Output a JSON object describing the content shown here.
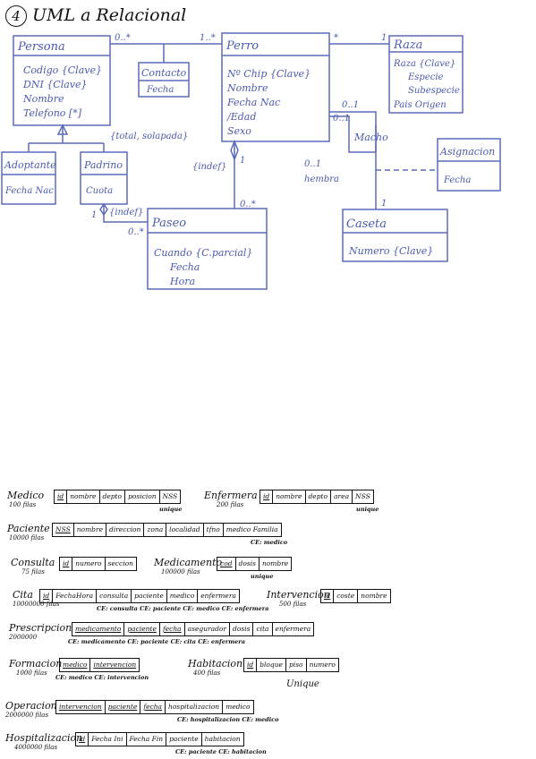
{
  "title": {
    "number": "4",
    "text": "UML a Relacional"
  },
  "uml": {
    "persona": {
      "name": "Persona",
      "attrs": [
        "Codigo {Clave}",
        "DNI {Clave}",
        "Nombre",
        "Telefono [*]"
      ]
    },
    "contacto": {
      "name": "Contacto",
      "attrs": [
        "Fecha"
      ]
    },
    "perro": {
      "name": "Perro",
      "attrs": [
        "Nº Chip {Clave}",
        "Nombre",
        "Fecha Nac",
        "/Edad",
        "Sexo"
      ]
    },
    "raza": {
      "name": "Raza",
      "attrs": [
        "Raza {Clave}",
        "Especie",
        "Subespecie",
        "Pais Origen"
      ]
    },
    "adoptante": {
      "name": "Adoptante",
      "attrs": [
        "Fecha Nac"
      ]
    },
    "padrino": {
      "name": "Padrino",
      "attrs": [
        "Cuota"
      ]
    },
    "asignacion": {
      "name": "Asignacion",
      "attrs": [
        "Fecha"
      ]
    },
    "paseo": {
      "name": "Paseo",
      "attrs": [
        "Cuando {C.parcial}",
        "Fecha",
        "Hora"
      ]
    },
    "caseta": {
      "name": "Caseta",
      "attrs": [
        "Numero {Clave}"
      ]
    },
    "labels": {
      "m_persona_contacto": "0..*",
      "m_contacto_perro": "1..*",
      "m_perro_raza_left": "*",
      "m_perro_raza_right": "1",
      "m_macho": "0..1",
      "m_macho2": "0..1",
      "macho": "Macho",
      "m_hembra": "0..1",
      "hembra": "hembra",
      "total_solapada": "{total, solapada}",
      "indef1": "{indef}",
      "indef2": "{indef}",
      "m_perro_paseo_top": "1",
      "m_perro_paseo_bottom": "0..*",
      "m_padrino_paseo": "1",
      "m_paseo_left": "0..*",
      "m_caseta": "1"
    }
  },
  "tables": [
    {
      "name": "Medico",
      "rows": "100 filas",
      "cols": [
        "id",
        "nombre",
        "depto",
        "posicion",
        "NSS"
      ],
      "pk": [
        0
      ],
      "note": "unique"
    },
    {
      "name": "Enfermera",
      "rows": "200 filas",
      "cols": [
        "id",
        "nombre",
        "depto",
        "area",
        "NSS"
      ],
      "pk": [
        0
      ],
      "note": "unique"
    },
    {
      "name": "Paciente",
      "rows": "10000 filas",
      "cols": [
        "NSS",
        "nombre",
        "direccion",
        "zona",
        "localidad",
        "tfno",
        "medico Familia"
      ],
      "pk": [
        0
      ],
      "note": "CE: medico"
    },
    {
      "name": "Consulta",
      "rows": "75 filas",
      "cols": [
        "id",
        "numero",
        "seccion"
      ],
      "pk": [
        0
      ],
      "note": ""
    },
    {
      "name": "Medicamento",
      "rows": "100000 filas",
      "cols": [
        "cod",
        "dosis",
        "nombre"
      ],
      "pk": [
        0
      ],
      "note": "unique"
    },
    {
      "name": "Cita",
      "rows": "10000000 filas",
      "cols": [
        "id",
        "FechaHora",
        "consulta",
        "paciente",
        "medico",
        "enfermera"
      ],
      "pk": [
        0
      ],
      "note": "CE: consulta  CE: paciente  CE: medico  CE: enfermera"
    },
    {
      "name": "Intervencion",
      "rows": "500 filas",
      "cols": [
        "id",
        "coste",
        "nombre"
      ],
      "pk": [
        0
      ],
      "note": ""
    },
    {
      "name": "Prescripcion",
      "rows": "2000000",
      "cols": [
        "medicamento",
        "paciente",
        "fecha",
        "asegurador",
        "dosis",
        "cita",
        "enfermera"
      ],
      "pk": [
        0,
        1,
        2
      ],
      "note": "CE: medicamento  CE: paciente        CE: cita  CE: enfermera"
    },
    {
      "name": "Formacion",
      "rows": "1000 filas",
      "cols": [
        "medico",
        "intervencion"
      ],
      "pk": [
        0,
        1
      ],
      "note": "CE: medico  CE: intervencion"
    },
    {
      "name": "Habitacion",
      "rows": "400 filas",
      "cols": [
        "id",
        "bloque",
        "piso",
        "numero"
      ],
      "pk": [
        0
      ],
      "note": "Unique"
    },
    {
      "name": "Operacion",
      "rows": "2000000 filas",
      "cols": [
        "intervencion",
        "paciente",
        "fecha",
        "hospitalizacion",
        "medico"
      ],
      "pk": [
        0,
        1,
        2
      ],
      "note": "CE: hospitalizacion  CE: medico"
    },
    {
      "name": "Hospitalizacion",
      "rows": "4000000 filas",
      "cols": [
        "id",
        "Fecha Ini",
        "Fecha Fin",
        "paciente",
        "habitacion"
      ],
      "pk": [
        0
      ],
      "note": "CE: paciente  CE: habitacion"
    }
  ]
}
